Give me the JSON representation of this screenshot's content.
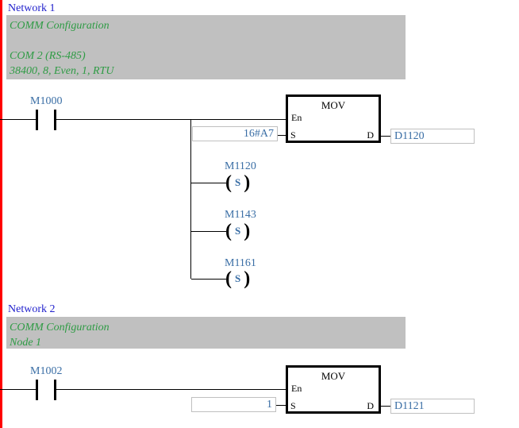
{
  "colors": {
    "power_rail": "#ff0000",
    "network_title": "#2020cc",
    "comment_text": "#2e9b44",
    "comment_background": "#c0c0c0",
    "device_text": "#3a6ea5",
    "wire": "#000000",
    "operand_box_border": "#c0c0c0"
  },
  "networks": [
    {
      "title": "Network 1",
      "comment_lines": [
        "COMM Configuration",
        "",
        "COM 2 (RS-485)",
        "38400, 8, Even, 1, RTU"
      ],
      "contact": {
        "label": "M1000"
      },
      "block": {
        "title": "MOV",
        "pins": {
          "en": "En",
          "s": "S",
          "d": "D"
        }
      },
      "s_operand": "16#A7",
      "d_operand": "D1120",
      "coils": [
        {
          "label": "M1120",
          "symbol": "S"
        },
        {
          "label": "M1143",
          "symbol": "S"
        },
        {
          "label": "M1161",
          "symbol": "S"
        }
      ]
    },
    {
      "title": "Network 2",
      "comment_lines": [
        "COMM Configuration",
        "Node 1"
      ],
      "contact": {
        "label": "M1002"
      },
      "block": {
        "title": "MOV",
        "pins": {
          "en": "En",
          "s": "S",
          "d": "D"
        }
      },
      "s_operand": "1",
      "d_operand": "D1121"
    }
  ]
}
